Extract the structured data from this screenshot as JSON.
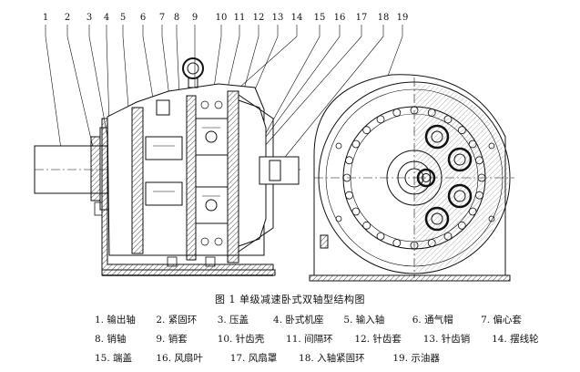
{
  "caption": "图 1 单级减速卧式双轴型结构图",
  "callout_numbers": [
    "1",
    "2",
    "3",
    "4",
    "5",
    "6",
    "7",
    "8",
    "9",
    "10",
    "11",
    "12",
    "13",
    "14",
    "15",
    "16",
    "17",
    "18",
    "19"
  ],
  "legend_rows": [
    [
      "1. 输出轴",
      "2. 紧固环",
      "3. 压盖",
      "4. 卧式机座",
      "5. 输入轴",
      "6. 通气帽",
      "7. 偏心套"
    ],
    [
      "8. 销轴",
      "9. 销套",
      "10. 针齿壳",
      "11. 间隔环",
      "12. 针齿套",
      "13. 针齿销",
      "14. 摆线轮"
    ],
    [
      "15. 端盖",
      "16. 风扇叶",
      "17. 风扇罩",
      "18. 入轴紧固环",
      "19. 示油器"
    ]
  ]
}
